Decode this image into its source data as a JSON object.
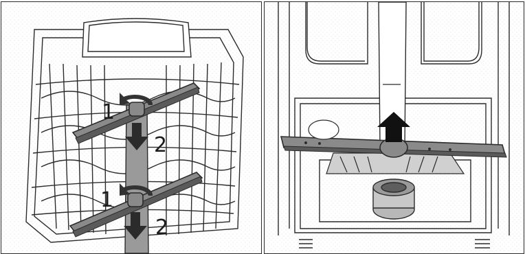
{
  "figure": {
    "left_panel": {
      "step_labels": [
        {
          "id": "upper-step-1",
          "text": "1"
        },
        {
          "id": "upper-step-2",
          "text": "2"
        },
        {
          "id": "lower-step-1",
          "text": "1"
        },
        {
          "id": "lower-step-2",
          "text": "2"
        }
      ]
    },
    "colors": {
      "ink": "#1c1c1c",
      "arm_fill": "#8a8a8a",
      "arm_shadow": "#5a5a5a",
      "paper": "#ffffff",
      "speckle": "#d8d8d8"
    }
  }
}
